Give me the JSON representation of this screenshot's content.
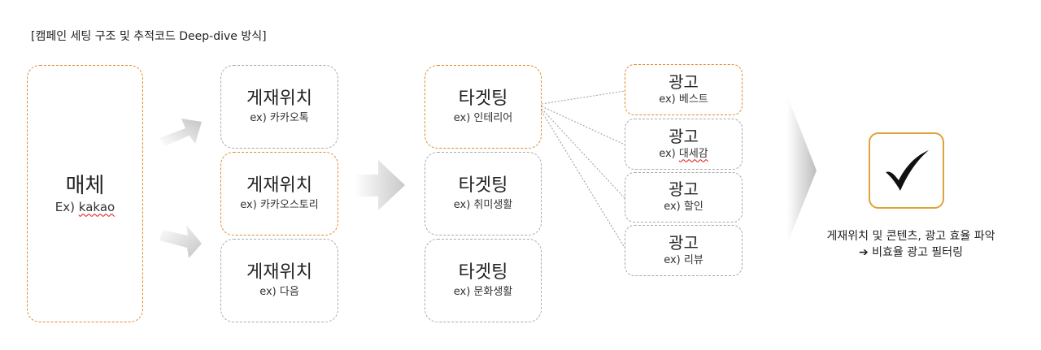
{
  "title": "[캠페인 세팅 구조 및 추적코드 Deep-dive 방식]",
  "medium": {
    "label": "매체",
    "example_prefix": "Ex) ",
    "example_value": "kakao"
  },
  "placements": [
    {
      "label": "게재위치",
      "example": "ex) 카카오톡"
    },
    {
      "label": "게재위치",
      "example": "ex) 카카오스토리"
    },
    {
      "label": "게재위치",
      "example": "ex) 다음"
    }
  ],
  "targetings": [
    {
      "label": "타겟팅",
      "example": "ex) 인테리어"
    },
    {
      "label": "타겟팅",
      "example": "ex) 취미생활"
    },
    {
      "label": "타겟팅",
      "example": "ex) 문화생활"
    }
  ],
  "ads": [
    {
      "label": "광고",
      "example_prefix": "ex) ",
      "example_value": "베스트"
    },
    {
      "label": "광고",
      "example_prefix": "ex) ",
      "example_value": "대세감"
    },
    {
      "label": "광고",
      "example_prefix": "ex) ",
      "example_value": "할인"
    },
    {
      "label": "광고",
      "example_prefix": "ex) ",
      "example_value": "리뷰"
    }
  ],
  "result": {
    "line1": "게재위치 및 콘텐츠, 광고 효율 파악",
    "line2": "➔ 비효율 광고 필터링",
    "icon": "checkmark-icon"
  },
  "colors": {
    "highlight": "#e08a2c",
    "neutral": "#a9a9a9",
    "check_border": "#e0a23a"
  }
}
